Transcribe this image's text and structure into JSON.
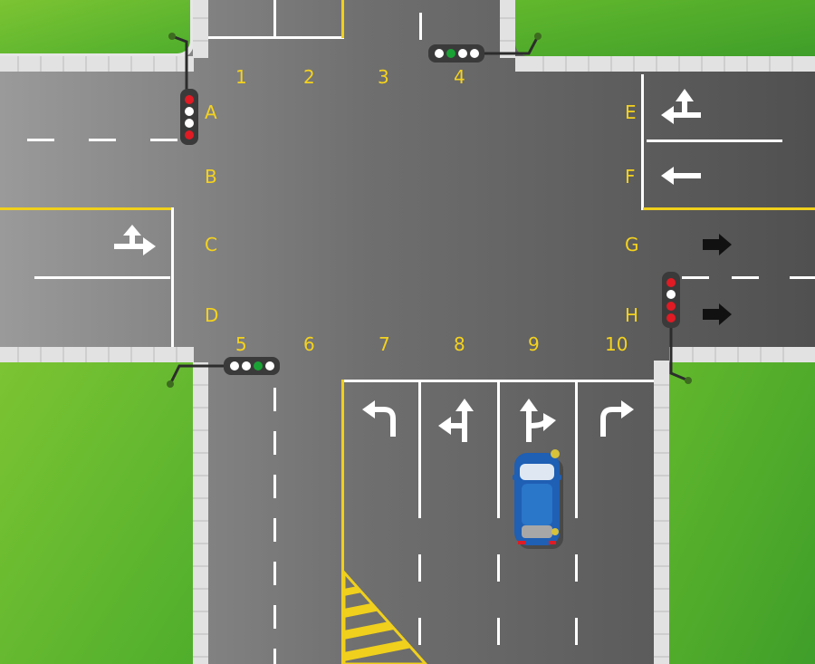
{
  "colors": {
    "grass": "#58b52a",
    "road": "#6e6e6e",
    "curb": "#e6e6e6",
    "label": "#f4d21e",
    "yellow_line": "#f0d01c",
    "white_line": "#ffffff",
    "signal_red": "#e01b24",
    "signal_green": "#1aa334",
    "car_body": "#1f5fb4"
  },
  "labels": {
    "top": [
      "1",
      "2",
      "3",
      "4"
    ],
    "bottom": [
      "5",
      "6",
      "7",
      "8",
      "9",
      "10"
    ],
    "left": [
      "A",
      "B",
      "C",
      "D"
    ],
    "right": [
      "E",
      "F",
      "G",
      "H"
    ]
  },
  "traffic_lights": [
    {
      "id": "west",
      "orientation": "vertical",
      "lamps": [
        "red",
        "white",
        "white",
        "red"
      ]
    },
    {
      "id": "north",
      "orientation": "horizontal",
      "lamps": [
        "white",
        "green",
        "white",
        "white"
      ]
    },
    {
      "id": "south",
      "orientation": "horizontal",
      "lamps": [
        "white",
        "white",
        "green",
        "white"
      ]
    },
    {
      "id": "east",
      "orientation": "vertical",
      "lamps": [
        "red",
        "white",
        "red",
        "red"
      ]
    }
  ],
  "lane_arrows": {
    "south_approach": [
      "turn-left-arrow-icon",
      "straight-or-left-arrow-icon",
      "straight-or-right-arrow-icon",
      "turn-right-arrow-icon"
    ],
    "west_approach": [
      "straight-or-right-arrow-icon"
    ],
    "east_approach": [
      "straight-or-left-arrow-icon",
      "straight-arrow-icon"
    ],
    "east_exit": [
      "direction-arrow-icon",
      "direction-arrow-icon"
    ]
  },
  "vehicle": {
    "type": "car-icon",
    "heading": "north",
    "lane": "9"
  }
}
